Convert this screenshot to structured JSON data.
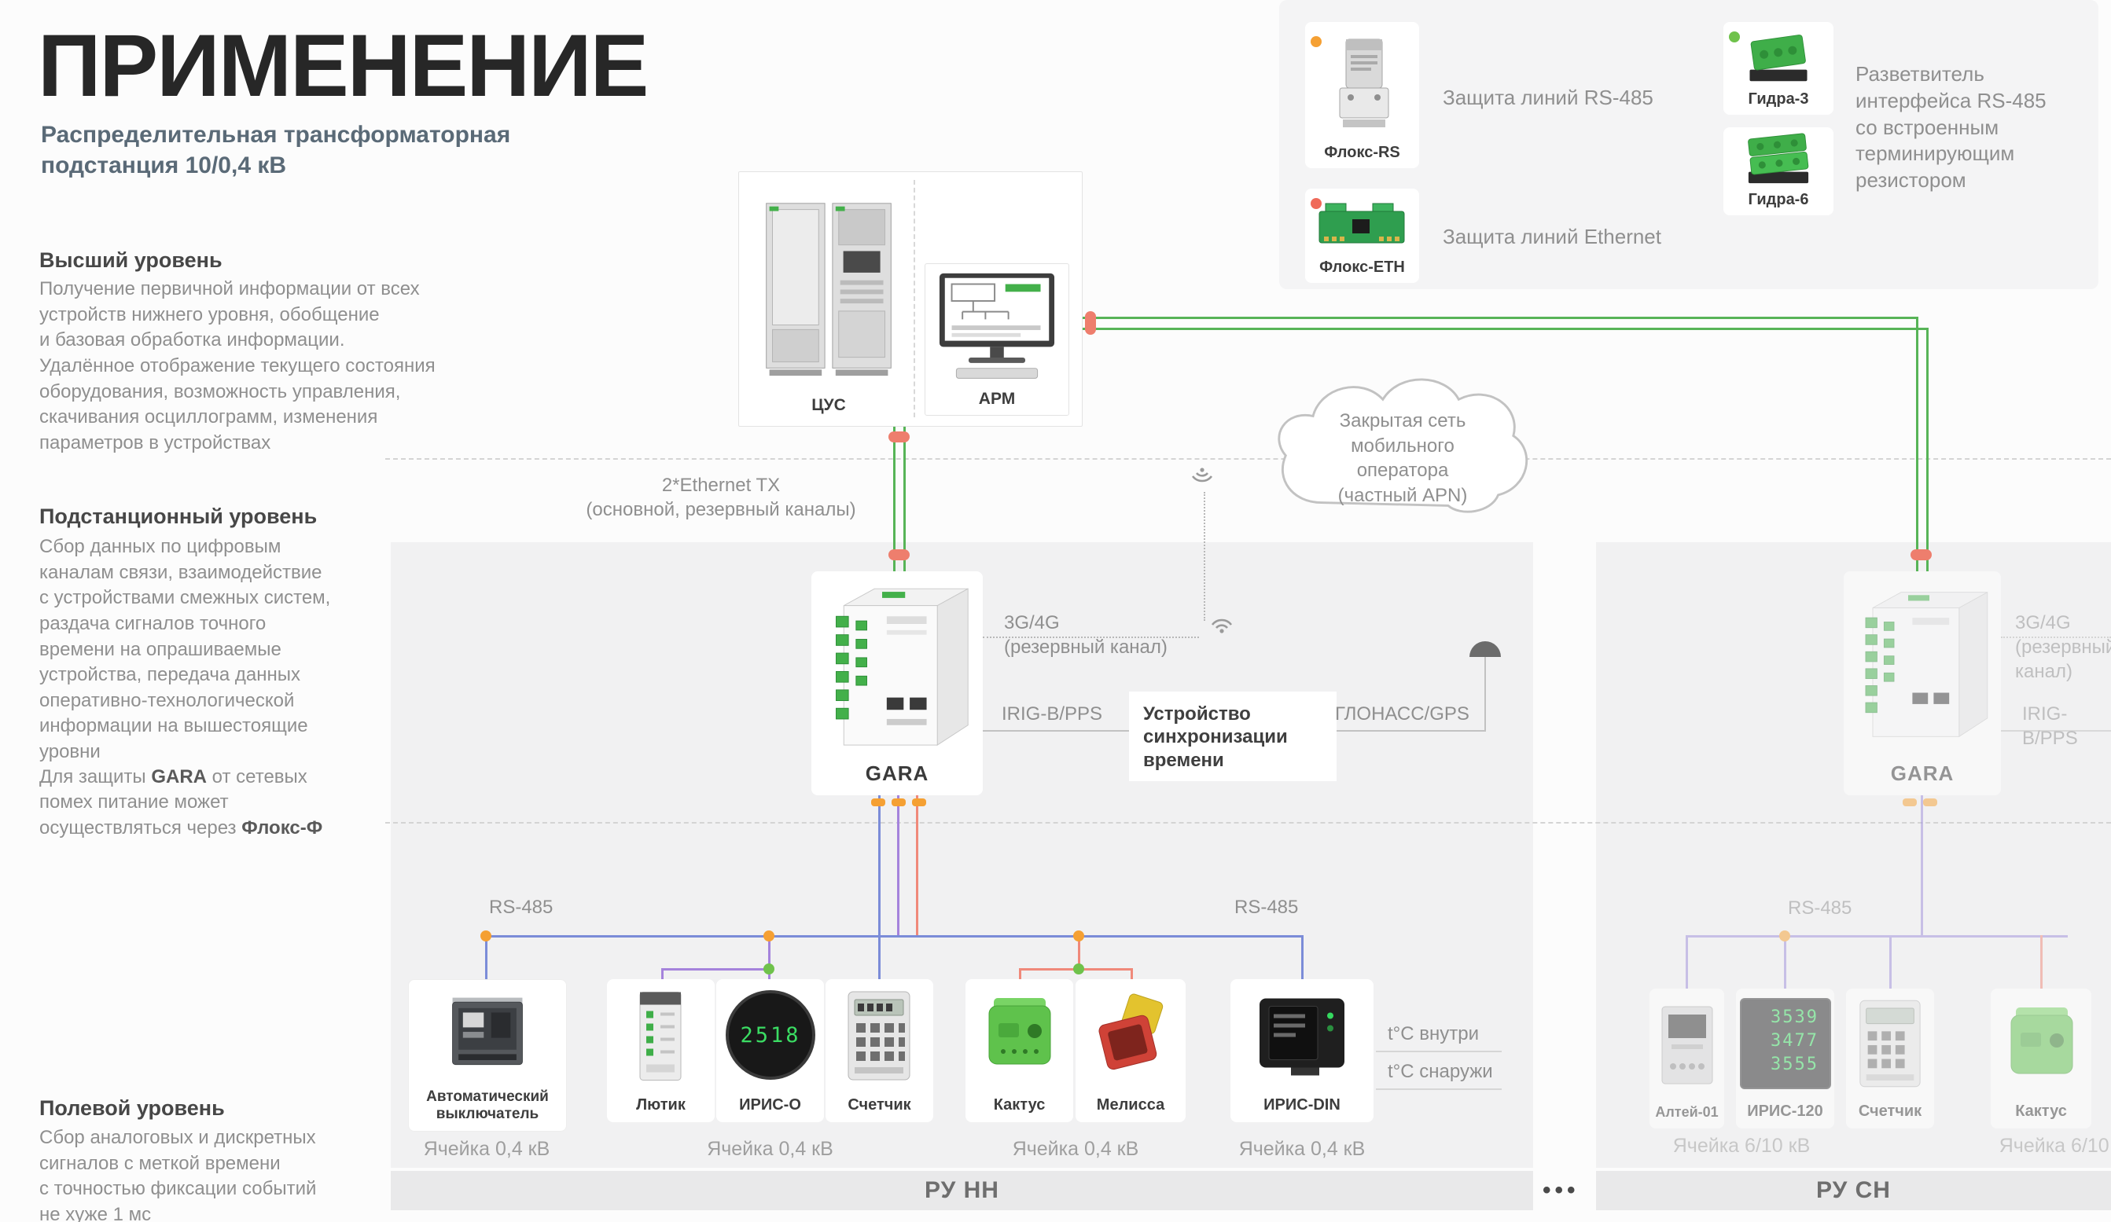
{
  "header": {
    "title": "ПРИМЕНЕНИЕ",
    "subtitle": "Распределительная трансформаторная\nподстанция 10/0,4 кВ"
  },
  "levels": {
    "upper": {
      "heading": "Высший уровень",
      "body": "Получение первичной информации от всех\nустройств нижнего уровня, обобщение\nи базовая обработка информации.\nУдалённое отображение текущего состояния\nоборудования, возможность управления,\nскачивания осциллограмм, изменения\nпараметров в устройствах"
    },
    "substation": {
      "heading": "Подстанционный уровень",
      "body": "Сбор данных по цифровым\nканалам связи, взаимодействие\nс устройствами смежных систем,\nраздача сигналов точного\nвремени на опрашиваемые\nустройства, передача данных\nоперативно-технологической\nинформации на вышестоящие\nуровни",
      "note_prefix": "Для защиты ",
      "note_bold1": "GARA",
      "note_middle": " от сетевых\nпомех питание может\nосуществляться через ",
      "note_bold2": "Флокс-Ф"
    },
    "field": {
      "heading": "Полевой уровень",
      "body": "Сбор аналоговых и дискретных\nсигналов с меткой времени\nс точностью фиксации событий\nне хуже 1 мс"
    }
  },
  "legend": {
    "flox_rs": {
      "name": "Флокс-RS",
      "desc": "Защита линий RS-485"
    },
    "flox_eth": {
      "name": "Флокс-ETH",
      "desc": "Защита линий Ethernet"
    },
    "hydra3": {
      "name": "Гидра-3"
    },
    "hydra6": {
      "name": "Гидра-6"
    },
    "hydra_desc": "Разветвитель\nинтерфейса RS-485\nсо встроенным\nтерминирующим\nрезистором"
  },
  "top_box": {
    "cabinet": "ЦУС",
    "workstation": "АРМ"
  },
  "cloud": {
    "label": "Закрытая сеть\nмобильного\nоператора\n(частный APN)"
  },
  "links": {
    "ethernet": "2*Ethernet TX\n(основной, резервный каналы)",
    "cellular": "3G/4G\n(резервный канал)",
    "irig": "IRIG-B/PPS",
    "glonass": "ГЛОНАСС/GPS",
    "rs485": "RS-485",
    "sync_device": "Устройство\nсинхронизации\nвремени"
  },
  "gara": {
    "label": "GARA"
  },
  "temp": {
    "inside": "t°C внутри",
    "outside": "t°C снаружи"
  },
  "sections": {
    "nn": "РУ НН",
    "sn": "РУ СН",
    "ellipsis": "•••"
  },
  "cells": {
    "c04": "Ячейка 0,4 кВ",
    "c610": "Ячейка 6/10 кВ"
  },
  "devices": {
    "breaker": "Автоматический\nвыключатель",
    "lutik": "Лютик",
    "iris_o": "ИРИС-О",
    "meter": "Счетчик",
    "kaktus": "Кактус",
    "melissa": "Мелисса",
    "iris_din": "ИРИС-DIN",
    "altey": "Алтей-01",
    "iris_120": "ИРИС-120"
  },
  "displays": {
    "iris_o": "2518",
    "iris_120_1": "3539",
    "iris_120_2": "3477",
    "iris_120_3": "3555"
  }
}
